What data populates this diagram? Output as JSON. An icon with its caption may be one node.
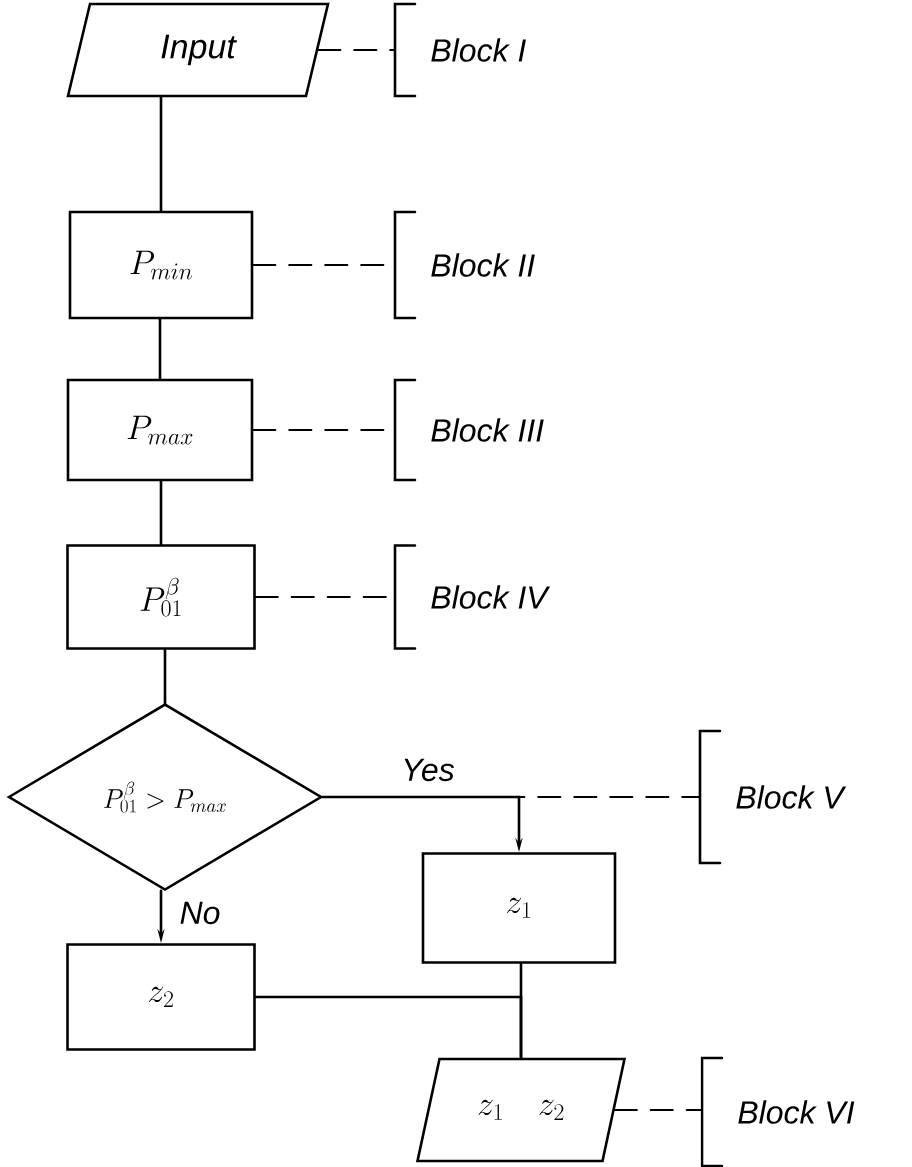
{
  "diagram": {
    "nodes": [
      {
        "text": [
          "Input"
        ]
      },
      {
        "text": [
          "P_{min}"
        ]
      },
      {
        "text": [
          "P_{max}"
        ]
      },
      {
        "text": [
          "P_{01}^{\\beta}"
        ]
      },
      {
        "text": [
          "P_{01}^{\\beta} > P_{max}"
        ]
      },
      {
        "text": [
          "z_{1}"
        ]
      },
      {
        "text": [
          "z_{2}"
        ]
      },
      {
        "text": [
          "z_{1}\\quad z_{2}"
        ]
      },
      {
        "text": [
          "Block I"
        ]
      },
      {
        "text": [
          "Block II"
        ]
      },
      {
        "text": [
          "Block III"
        ]
      },
      {
        "text": [
          "Block IV"
        ]
      },
      {
        "text": [
          "Block V"
        ]
      },
      {
        "text": [
          "Block VI"
        ]
      }
    ],
    "edges": [
      {
        "from": 0,
        "to": 1,
        "arrow": "none"
      },
      {
        "from": 1,
        "to": 2,
        "arrow": "none"
      },
      {
        "from": 2,
        "to": 3,
        "arrow": "none"
      },
      {
        "from": 3,
        "to": 4,
        "arrow": "none"
      },
      {
        "from": 4,
        "to": 5,
        "arrow": "to",
        "label": "Yes"
      },
      {
        "from": 4,
        "to": 6,
        "arrow": "to",
        "label": "No"
      },
      {
        "from": 5,
        "to": 7,
        "arrow": "none"
      },
      {
        "from": 6,
        "to": 7,
        "arrow": "none"
      },
      {
        "from": 0,
        "to": 8,
        "arrow": "none",
        "style": "dashed"
      },
      {
        "from": 1,
        "to": 9,
        "arrow": "none",
        "style": "dashed"
      },
      {
        "from": 2,
        "to": 10,
        "arrow": "none",
        "style": "dashed"
      },
      {
        "from": 3,
        "to": 11,
        "arrow": "none",
        "style": "dashed"
      },
      {
        "from": 4,
        "to": 12,
        "arrow": "none",
        "style": "dashed"
      },
      {
        "from": 7,
        "to": 13,
        "arrow": "none",
        "style": "dashed"
      }
    ]
  }
}
